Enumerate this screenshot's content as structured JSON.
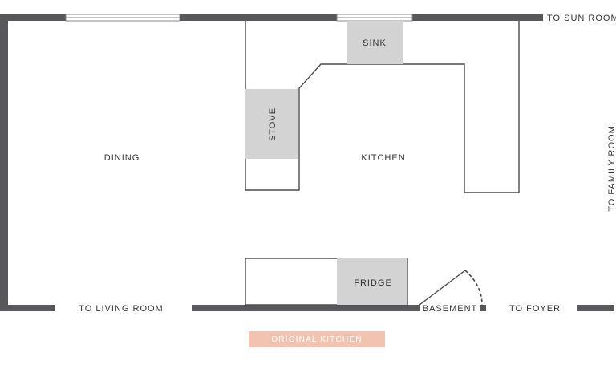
{
  "rooms": {
    "dining": "DINING",
    "kitchen": "KITCHEN"
  },
  "appliances": {
    "sink": "SINK",
    "stove": "STOVE",
    "fridge": "FRIDGE"
  },
  "exits": {
    "sun_room": "TO SUN ROOM",
    "family_room": "TO FAMILY ROOM",
    "living_room": "TO LIVING ROOM",
    "basement": "BASEMENT",
    "foyer": "TO FOYER"
  },
  "caption": "ORIGINAL KITCHEN",
  "colors": {
    "wall": "#58585b",
    "appliance": "#d3d3d3",
    "outline": "#4a4a4a",
    "badge": "#f3c3b2"
  }
}
